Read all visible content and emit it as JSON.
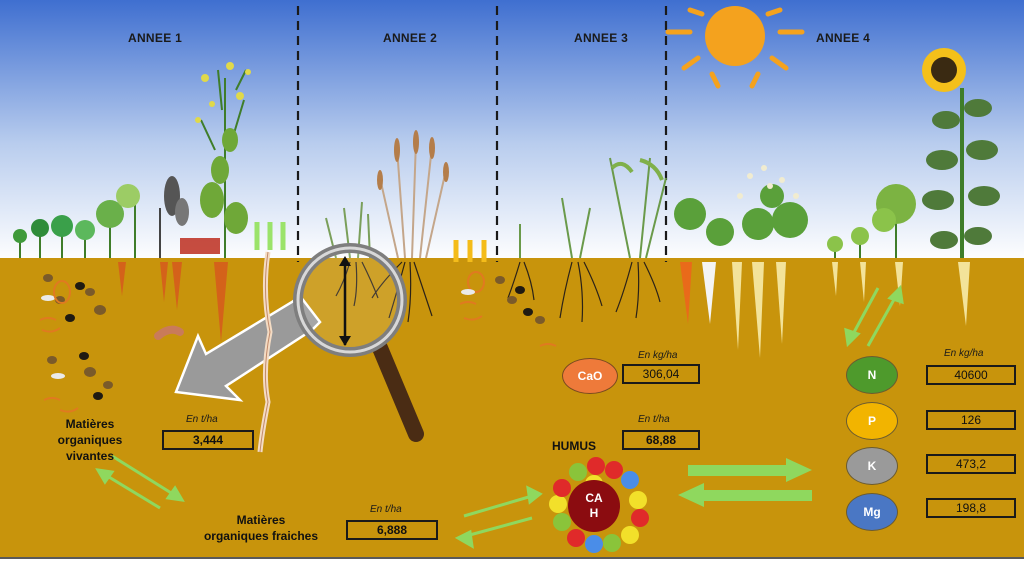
{
  "years": [
    "ANNEE 1",
    "ANNEE 2",
    "ANNEE 3",
    "ANNEE 4"
  ],
  "organic_living": {
    "label_lines": [
      "Matières",
      "organiques",
      "vivantes"
    ],
    "unit": "En t/ha",
    "value": "3,444"
  },
  "organic_fresh": {
    "label_lines": [
      "Matières",
      "organiques fraiches"
    ],
    "unit": "En t/ha",
    "value": "6,888"
  },
  "humus": {
    "label": "HUMUS",
    "unit": "En t/ha",
    "value": "68,88",
    "core_lines": [
      "CA",
      "H"
    ]
  },
  "cao": {
    "label": "CaO",
    "unit": "En kg/ha",
    "value": "306,04"
  },
  "nutrients": {
    "unit": "En kg/ha",
    "items": [
      {
        "symbol": "N",
        "value": "40600",
        "color": "#4e9a2c"
      },
      {
        "symbol": "P",
        "value": "126",
        "color": "#f2b400"
      },
      {
        "symbol": "K",
        "value": "473,2",
        "color": "#9a9a9a"
      },
      {
        "symbol": "Mg",
        "value": "198,8",
        "color": "#4a77c4"
      }
    ]
  },
  "colors": {
    "soil": "#c8940c",
    "sky_top": "#3f6fd0",
    "arrow_green": "#8fd85e",
    "cao_circle": "#ee7a3a",
    "humus_core": "#8b0c10",
    "sun": "#f4a21e"
  }
}
